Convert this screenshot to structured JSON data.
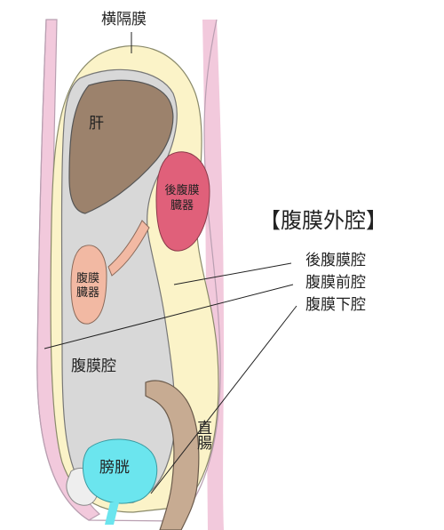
{
  "labels": {
    "diaphragm": "横隔膜",
    "liver": "肝",
    "retroperitoneal_organs_right": "後腹膜臓器",
    "retroperitoneal_organs_left": "腹膜臓器",
    "peritoneal_cavity": "腹膜腔",
    "bladder": "膀胱",
    "rectum": "直腸",
    "heading": "【腹膜外腔】",
    "legend": [
      "後腹膜腔",
      "腹膜前腔",
      "腹膜下腔"
    ]
  },
  "colors": {
    "outer_wall": "#f2c9dc",
    "wall_edge": "#b99fb1",
    "extraperitoneal": "#fbf3c8",
    "peritoneal_cavity": "#d8d8d8",
    "liver": "#9c826c",
    "kidney": "#e0607a",
    "retro_organ": "#f2b9a3",
    "bladder": "#6be5ee",
    "rectum": "#c7ab92",
    "line": "#222222"
  }
}
